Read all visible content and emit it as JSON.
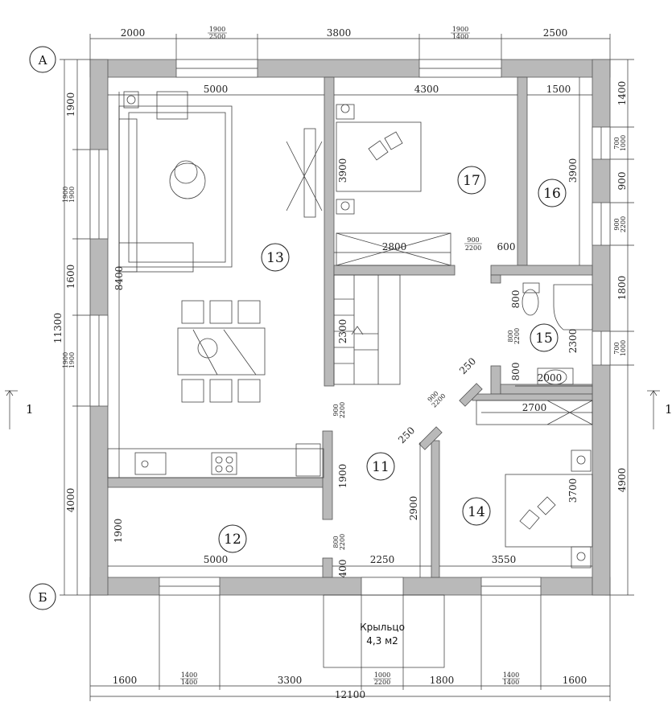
{
  "axes": {
    "top": "А",
    "bottom": "Б",
    "section_left": "1",
    "section_right": "1"
  },
  "top_dims": {
    "d1": "2000",
    "o1_top": "1900",
    "o1_bot": "2500",
    "d2": "3800",
    "o2_top": "1900",
    "o2_bot": "1400",
    "d3": "2500"
  },
  "bottom_dims": {
    "d1": "1600",
    "o1_top": "1400",
    "o1_bot": "1400",
    "d2": "3300",
    "o2_top": "1000",
    "o2_bot": "2200",
    "d3": "1800",
    "o3_top": "1400",
    "o3_bot": "1400",
    "d4": "1600",
    "total": "12100"
  },
  "left_dims": {
    "d1": "1900",
    "o1_top": "1900",
    "o1_bot": "1900",
    "d2": "1600",
    "o2_top": "1900",
    "o2_bot": "1900",
    "d3": "4000",
    "total": "11300"
  },
  "right_dims": {
    "d1": "1400",
    "o1_top": "700",
    "o1_bot": "1000",
    "d2": "900",
    "o2_top": "900",
    "o2_bot": "2200",
    "d3": "1800",
    "o3_top": "700",
    "o3_bot": "1000",
    "d4": "4900"
  },
  "interior_dims": {
    "living_w": "5000",
    "bed17_w": "4300",
    "closet_w": "1500",
    "bed17_h": "3900",
    "closet_h": "3900",
    "wardrobe17": "2800",
    "door17_top": "900",
    "door17_bot": "2200",
    "door17_w": "600",
    "living_h": "8400",
    "stair": "2300",
    "bath_a": "800",
    "bath_door_top": "800",
    "bath_door_bot": "2200",
    "bath_b": "800",
    "bath_h": "2300",
    "bath_w": "2000",
    "diag_a": "250",
    "diag_door_top": "900",
    "diag_door_bot": "2200",
    "diag_b": "250",
    "living_door_top": "900",
    "living_door_bot": "2200",
    "wardrobe14": "2700",
    "hall_h": "1900",
    "hall_h2": "2900",
    "bed14_h": "3700",
    "bed14_w": "3550",
    "store_h": "1900",
    "store_w": "5000",
    "store_door_top": "800",
    "store_door_bot": "2200",
    "wall400": "400",
    "hall_w": "2250"
  },
  "rooms": {
    "r11": "11",
    "r12": "12",
    "r13": "13",
    "r14": "14",
    "r15": "15",
    "r16": "16",
    "r17": "17"
  },
  "porch": {
    "label": "Крыльцо",
    "area": "4,3 м2"
  }
}
